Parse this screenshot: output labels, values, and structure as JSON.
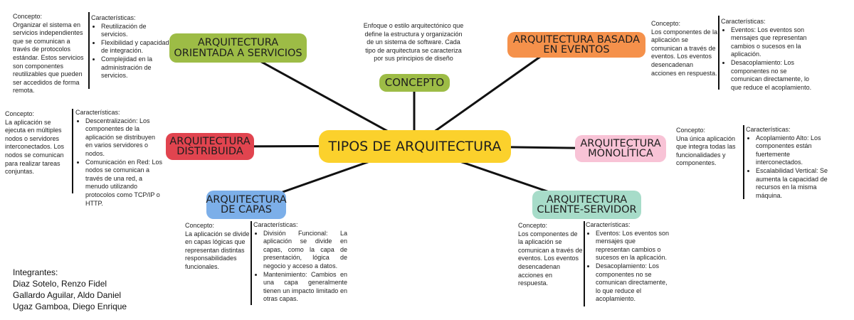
{
  "central": {
    "title": "TIPOS DE ARQUITECTURA",
    "color": "#fbd12c"
  },
  "concepto": {
    "title": "CONCEPTO",
    "color": "#9dbc46",
    "text": "Enfoque o estilo arquitectónico que define la estructura y organización de un sistema de software. Cada tipo de arquitectura se caracteriza por sus principios de diseño"
  },
  "nodes": {
    "soa": {
      "title": "ARQUITECTURA ORIENTADA A SERVICIOS",
      "color": "#9dbc46",
      "concepto_label": "Concepto:",
      "concepto": "Organizar el sistema en servicios independientes que se comunican a través de protocolos estándar. Estos servicios son componentes reutilizables que pueden ser accedidos de forma remota.",
      "caracteristicas_label": "Características:",
      "caracteristicas": [
        "Reutilización de servicios.",
        "Flexibilidad y capacidad de integración.",
        "Complejidad en la administración de servicios."
      ]
    },
    "eventos": {
      "title": "ARQUITECTURA BASADA EN EVENTOS",
      "color": "#f5914b",
      "concepto_label": "Concepto:",
      "concepto": "Los componentes de la aplicación se comunican a través de eventos. Los eventos desencadenan acciones en respuesta.",
      "caracteristicas_label": "Características:",
      "caracteristicas": [
        "Eventos: Los eventos son mensajes que representan cambios o sucesos en la aplicación.",
        "Desacoplamiento: Los componentes no se comunican directamente, lo que reduce el acoplamiento."
      ]
    },
    "distribuida": {
      "title": "ARQUITECTURA DISTRIBUIDA",
      "color": "#e1444f",
      "concepto_label": "Concepto:",
      "concepto": "La aplicación se ejecuta en múltiples nodos o servidores interconectados. Los nodos se comunican para realizar tareas conjuntas.",
      "caracteristicas_label": "Características:",
      "caracteristicas": [
        "Descentralización: Los componentes de la aplicación se distribuyen en varios servidores o nodos.",
        "Comunicación en Red: Los nodos se comunican a través de una red, a menudo utilizando protocolos como TCP/IP o HTTP."
      ]
    },
    "monolitica": {
      "title": "ARQUITECTURA MONOLÍTICA",
      "color": "#f8c3d6",
      "concepto_label": "Concepto:",
      "concepto": "Una única aplicación que integra todas las funcionalidades y componentes.",
      "caracteristicas_label": "Características:",
      "caracteristicas": [
        "Acoplamiento Alto: Los componentes están fuertemente interconectados.",
        "Escalabilidad Vertical: Se aumenta la capacidad de recursos en la misma máquina."
      ]
    },
    "capas": {
      "title": "ARQUITECTURA DE CAPAS",
      "color": "#7cafe9",
      "concepto_label": "Concepto:",
      "concepto": "La aplicación se divide en capas lógicas que representan distintas responsabilidades funcionales.",
      "caracteristicas_label": "Características:",
      "caracteristicas": [
        "División Funcional: La aplicación se divide en capas, como la capa de presentación, lógica de negocio y acceso a datos.",
        "Mantenimiento: Cambios en una capa generalmente tienen un impacto limitado en otras capas."
      ]
    },
    "cliente": {
      "title": "ARQUITECTURA CLIENTE-SERVIDOR",
      "color": "#a7dcc9",
      "concepto_label": "Concepto:",
      "concepto": "Los componentes de la aplicación se comunican a través de eventos. Los eventos desencadenan acciones en respuesta.",
      "caracteristicas_label": "Características:",
      "caracteristicas": [
        "Eventos: Los eventos son mensajes que representan cambios o sucesos en la aplicación.",
        "Desacoplamiento: Los componentes no se comunican directamente, lo que reduce el acoplamiento."
      ]
    }
  },
  "integrantes": {
    "label": "Integrantes:",
    "members": [
      "Diaz Sotelo, Renzo Fidel",
      "Gallardo Aguilar, Aldo Daniel",
      "Ugaz Gamboa, Diego Enrique"
    ]
  }
}
